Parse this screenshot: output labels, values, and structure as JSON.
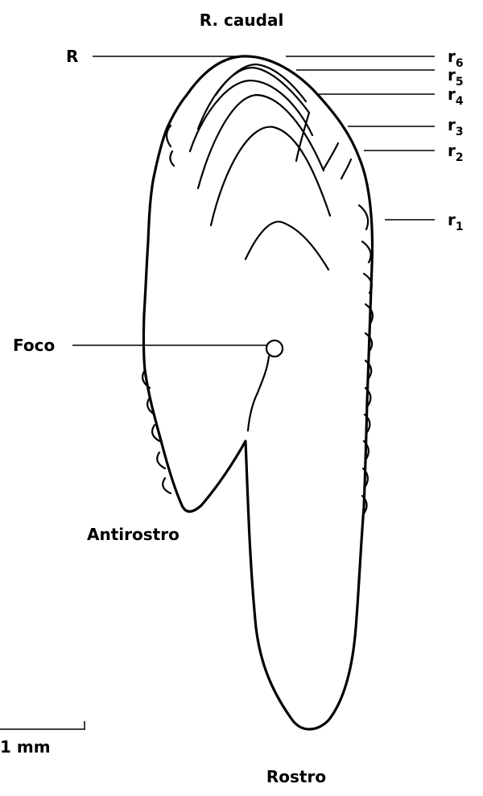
{
  "labels": {
    "top": "R. caudal",
    "r": "R",
    "r_letter": "r",
    "r6": "6",
    "r5": "5",
    "r4": "4",
    "r3": "3",
    "r2": "2",
    "r1": "1",
    "foco": "Foco",
    "antirostro": "Antirostro",
    "rostro": "Rostro",
    "scale": "1 mm"
  }
}
